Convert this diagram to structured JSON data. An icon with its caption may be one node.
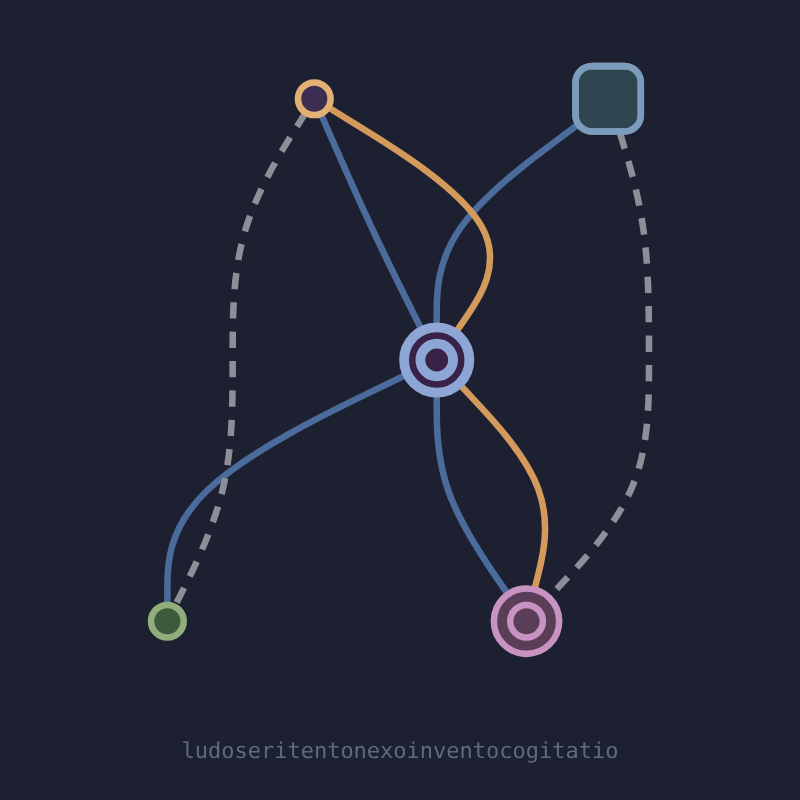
{
  "diagram": {
    "caption": "ludoseritentonexoinventocogitatio",
    "nodes": [
      {
        "text": [],
        "shape": "ellipse"
      },
      {
        "text": [],
        "shape": "box"
      },
      {
        "text": [],
        "shape": "circle"
      },
      {
        "text": [],
        "shape": "ellipse"
      },
      {
        "text": [],
        "shape": "circle"
      }
    ],
    "edges": [
      {
        "from": 0,
        "to": 2,
        "arrow": "none"
      },
      {
        "from": 1,
        "to": 2,
        "arrow": "none"
      },
      {
        "from": 2,
        "to": 3,
        "arrow": "none"
      },
      {
        "from": 2,
        "to": 4,
        "arrow": "none"
      },
      {
        "from": 0,
        "to": 2,
        "arrow": "none",
        "color": "#d39a5c"
      },
      {
        "from": 2,
        "to": 4,
        "arrow": "none",
        "color": "#d39a5c"
      },
      {
        "from": 0,
        "to": 3,
        "arrow": "none",
        "style": "dashed",
        "color": "#8c8f98"
      },
      {
        "from": 1,
        "to": 4,
        "arrow": "none",
        "style": "dashed",
        "color": "#8c8f98"
      }
    ]
  }
}
